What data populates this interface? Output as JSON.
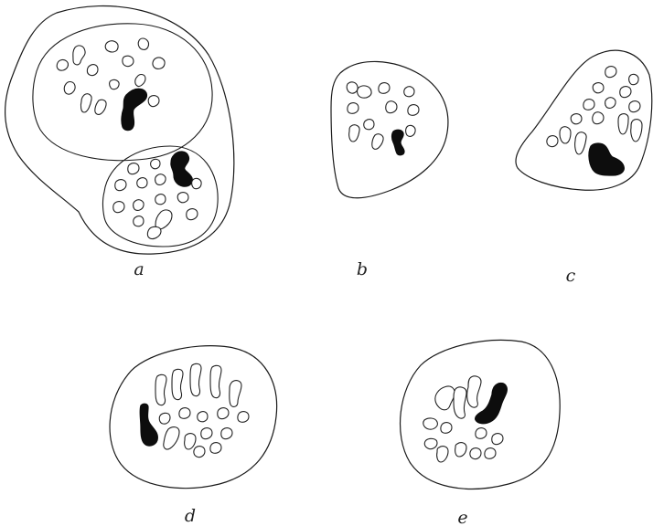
{
  "figure": {
    "panels": [
      {
        "id": "a",
        "label": "a"
      },
      {
        "id": "b",
        "label": "b"
      },
      {
        "id": "c",
        "label": "c"
      },
      {
        "id": "d",
        "label": "d"
      },
      {
        "id": "e",
        "label": "e"
      }
    ]
  },
  "colors": {
    "ink": "#1a1a1a",
    "paper": "#ffffff",
    "dark_chromosome": "#0d0d0d"
  }
}
